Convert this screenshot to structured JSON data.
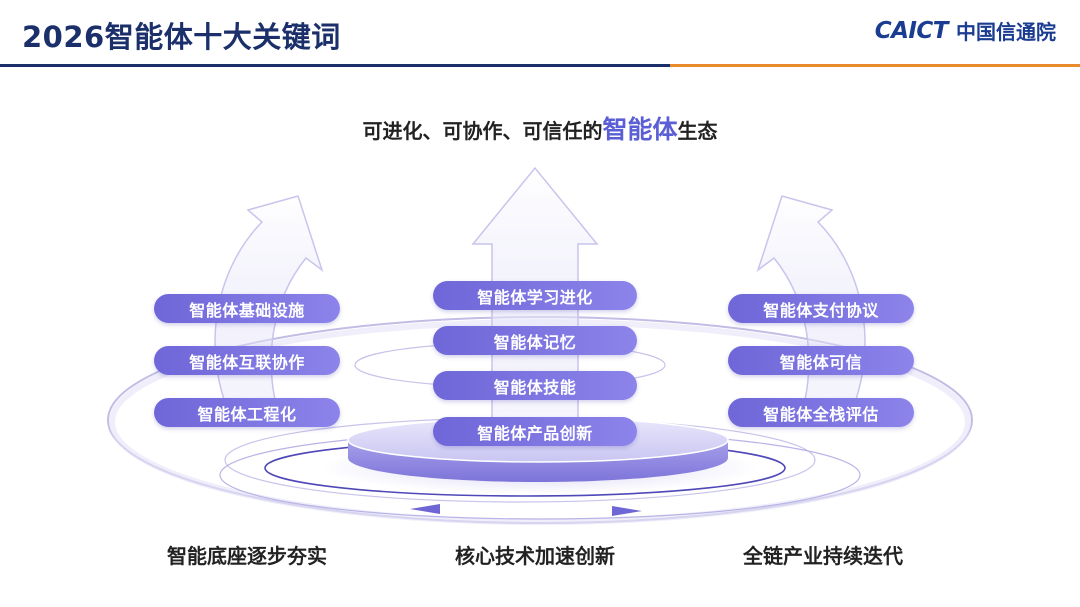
{
  "header": {
    "title": "2026智能体十大关键词",
    "logo_en": "CAICT",
    "logo_cn": "中国信通院"
  },
  "slogan": {
    "prefix": "可进化、可协作、可信任的",
    "highlight": "智能体",
    "suffix": "生态"
  },
  "left_column": [
    "智能体基础设施",
    "智能体互联协作",
    "智能体工程化"
  ],
  "center_column": [
    "智能体学习进化",
    "智能体记忆",
    "智能体技能",
    "智能体产品创新"
  ],
  "right_column": [
    "智能体支付协议",
    "智能体可信",
    "智能体全栈评估"
  ],
  "bottom": {
    "left": "智能底座逐步夯实",
    "center": "核心技术加速创新",
    "right": "全链产业持续迭代"
  },
  "colors": {
    "title": "#1b2f6b",
    "accent_orange": "#e98a2b",
    "pill": "#7a72e0",
    "highlight": "#5a5fd6"
  }
}
